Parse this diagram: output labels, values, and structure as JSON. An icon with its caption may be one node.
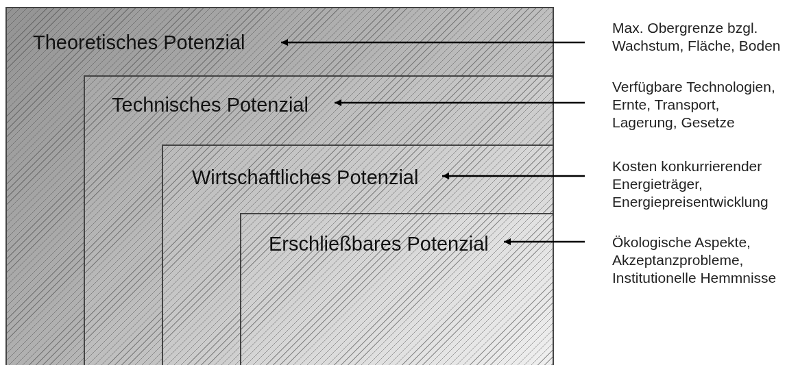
{
  "diagram": {
    "nodes": [
      {
        "text": [
          "Theoretisches Potenzial"
        ]
      },
      {
        "text": [
          "Technisches Potenzial"
        ],
        "in": 0
      },
      {
        "text": [
          "Wirtschaftliches Potenzial"
        ],
        "in": 1
      },
      {
        "text": [
          "Erschließbares Potenzial"
        ],
        "in": 2
      },
      {
        "text": [
          "Max. Obergrenze bzgl. Wachstum, Fläche, Boden"
        ]
      },
      {
        "text": [
          "Verfügbare Technologien, Ernte, Transport, Lagerung, Gesetze"
        ]
      },
      {
        "text": [
          "Kosten konkurrierender Energieträger, Energiepreisentwicklung"
        ]
      },
      {
        "text": [
          "Ökologische Aspekte, Akzeptanzprobleme, Institutionelle Hemmnisse"
        ]
      }
    ],
    "edges": [
      {
        "from": 4,
        "to": 0,
        "arrow": "to"
      },
      {
        "from": 5,
        "to": 1,
        "arrow": "to"
      },
      {
        "from": 6,
        "to": 2,
        "arrow": "to"
      },
      {
        "from": 7,
        "to": 3,
        "arrow": "to"
      }
    ]
  }
}
